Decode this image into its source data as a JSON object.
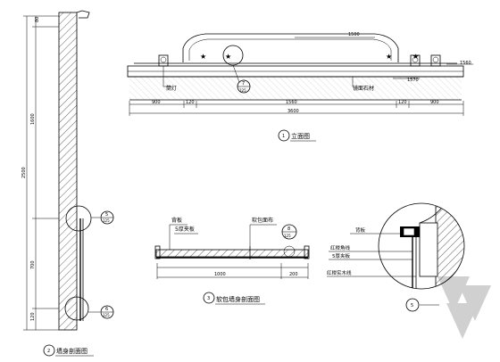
{
  "wall_section": {
    "dims": [
      "80",
      "1600",
      "2500",
      "700",
      "120"
    ],
    "callout_top": {
      "num": "5",
      "ref": "125"
    },
    "callout_bottom": {
      "num": "6",
      "ref": "125"
    },
    "caption_num": "2",
    "caption": "墙身剖面图"
  },
  "elevation": {
    "top_dim": "1500",
    "right_top_dim": "1560",
    "mid_dim": "1570",
    "label_left": "筒灯",
    "label_right": "镜面石材",
    "callout": {
      "num": "7",
      "ref": "125"
    },
    "dims": [
      "900",
      "120",
      "1560",
      "120",
      "900"
    ],
    "total_dim": "3600",
    "caption_num": "1",
    "caption": "立面图"
  },
  "softpack": {
    "label_1": "背板",
    "label_2": "5厚夹板",
    "label_3": "软包面布",
    "callout": {
      "num": "8",
      "ref": "125"
    },
    "dims": [
      "1000",
      "200"
    ],
    "caption_num": "3",
    "caption": "软包墙身剖面图"
  },
  "detail": {
    "labels": [
      "背板",
      "红榉角线",
      "5厚夹板",
      "红榉实木线"
    ],
    "caption_num": "5"
  }
}
